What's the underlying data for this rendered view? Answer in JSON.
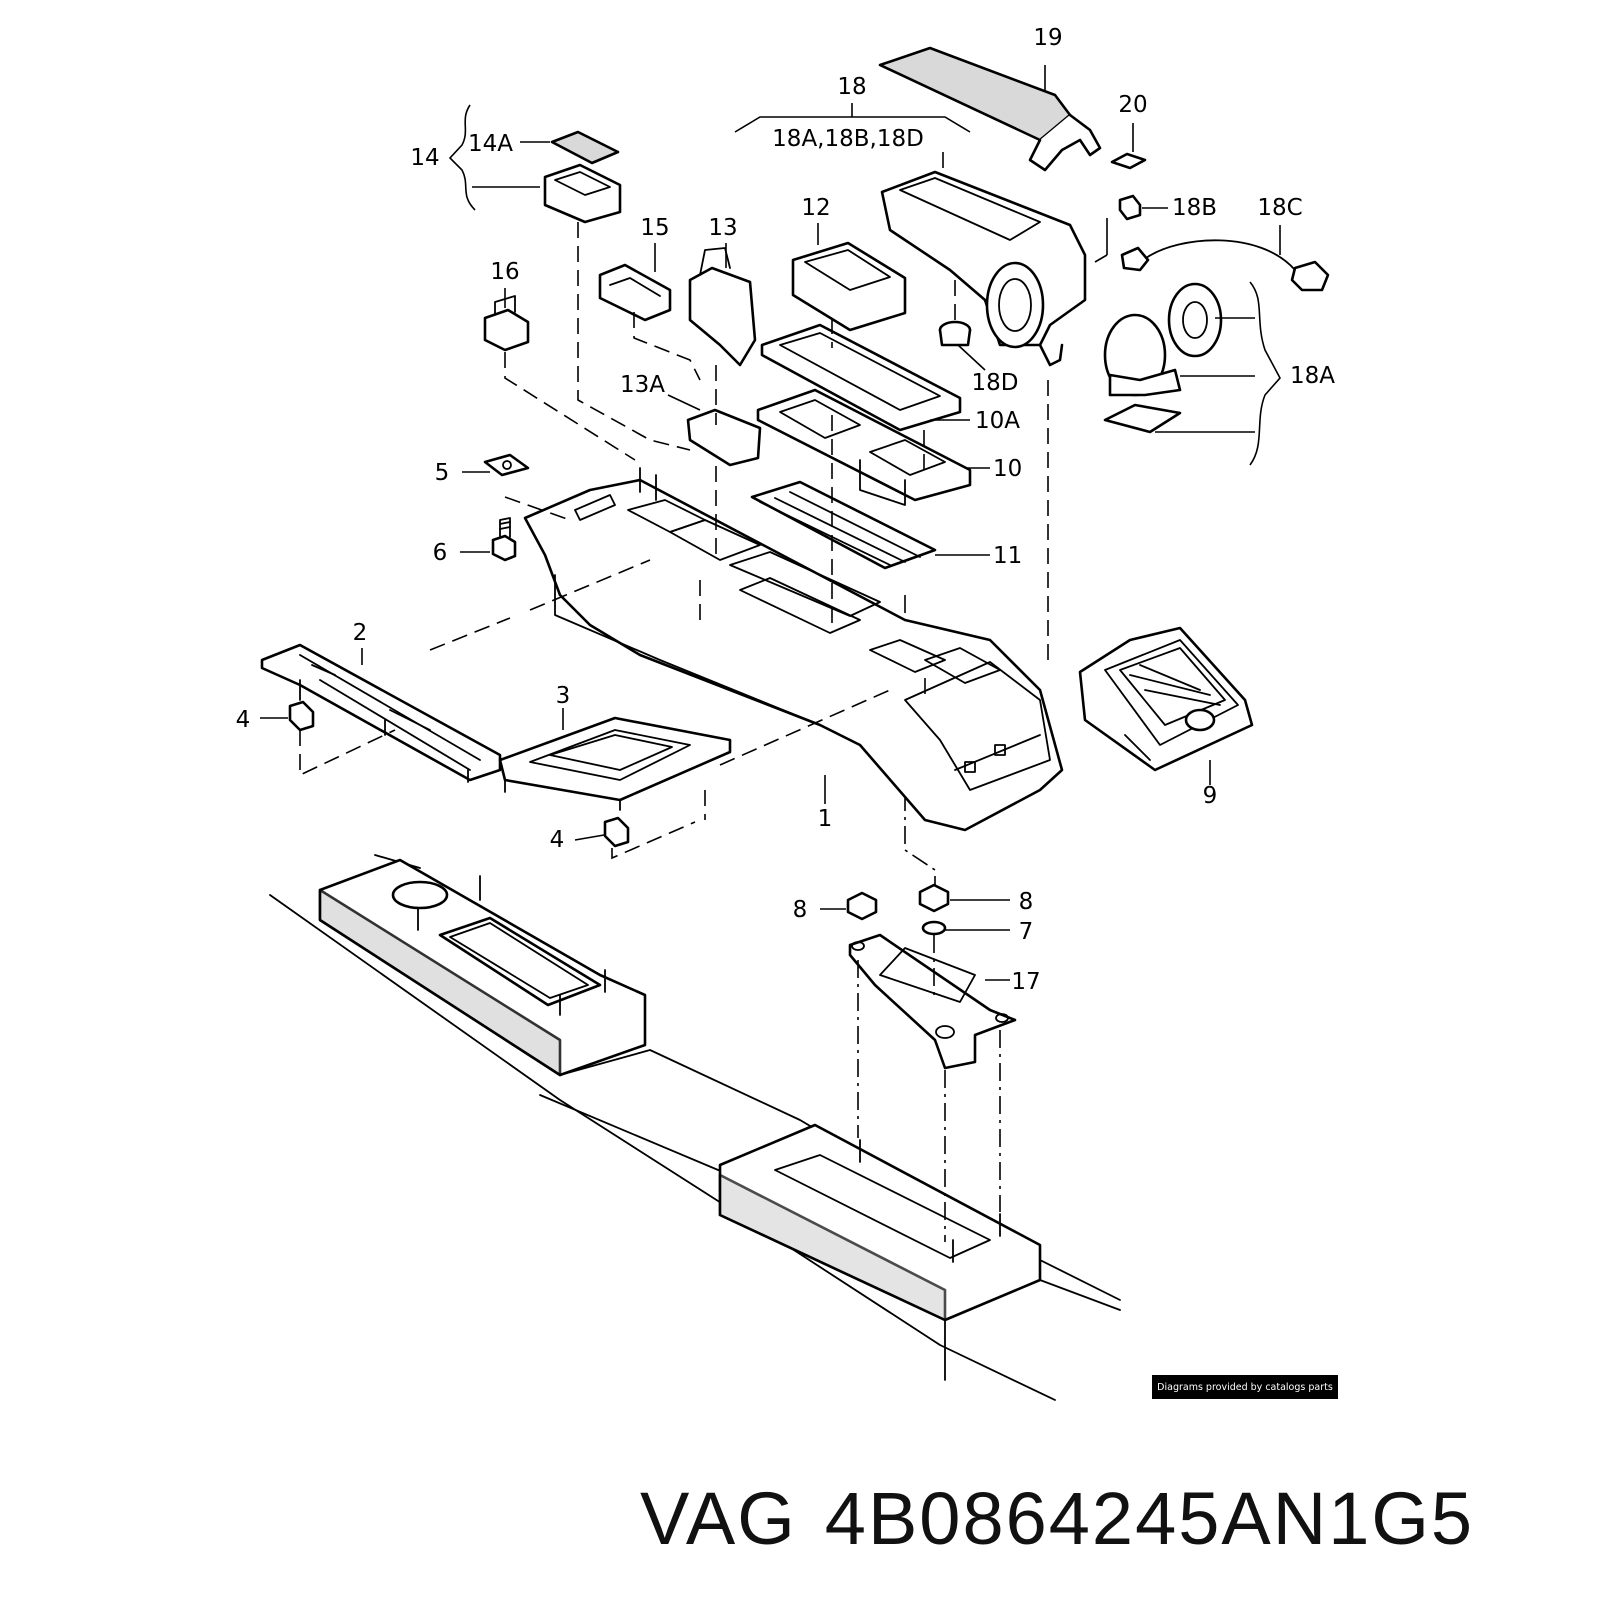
{
  "diagram": {
    "labels": {
      "l1": "1",
      "l2": "2",
      "l3": "3",
      "l4a": "4",
      "l4b": "4",
      "l5": "5",
      "l6": "6",
      "l7": "7",
      "l8a": "8",
      "l8b": "8",
      "l9": "9",
      "l10": "10",
      "l10a": "10A",
      "l11": "11",
      "l12": "12",
      "l13": "13",
      "l13a": "13A",
      "l14": "14",
      "l14a": "14A",
      "l15": "15",
      "l16": "16",
      "l17": "17",
      "l18": "18",
      "l18group": "18A,18B,18D",
      "l18a": "18A",
      "l18b": "18B",
      "l18c": "18C",
      "l18d": "18D",
      "l19": "19",
      "l20": "20"
    },
    "credit": "Diagrams provided by catalogs parts"
  },
  "footer": {
    "brand": "VAG",
    "part_number": "4B0864245AN1G5"
  }
}
